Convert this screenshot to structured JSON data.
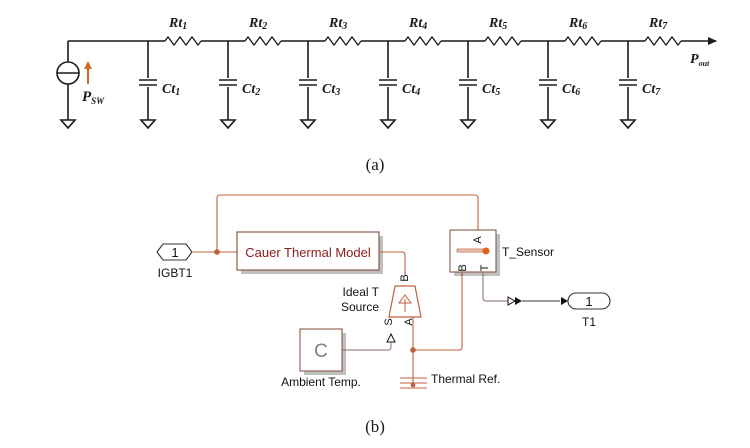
{
  "figure_a": {
    "caption": "(a)",
    "source": {
      "label_main": "P",
      "label_sub": "SW"
    },
    "output": {
      "label_main": "P",
      "label_sub": "out"
    },
    "stages": [
      {
        "r_main": "Rt",
        "r_sub": "1",
        "c_main": "Ct",
        "c_sub": "1"
      },
      {
        "r_main": "Rt",
        "r_sub": "2",
        "c_main": "Ct",
        "c_sub": "2"
      },
      {
        "r_main": "Rt",
        "r_sub": "3",
        "c_main": "Ct",
        "c_sub": "3"
      },
      {
        "r_main": "Rt",
        "r_sub": "4",
        "c_main": "Ct",
        "c_sub": "4"
      },
      {
        "r_main": "Rt",
        "r_sub": "5",
        "c_main": "Ct",
        "c_sub": "5"
      },
      {
        "r_main": "Rt",
        "r_sub": "6",
        "c_main": "Ct",
        "c_sub": "6"
      },
      {
        "r_main": "Rt",
        "r_sub": "7",
        "c_main": "Ct",
        "c_sub": "7"
      }
    ]
  },
  "figure_b": {
    "caption": "(b)",
    "inport": {
      "number": "1",
      "label": "IGBT1"
    },
    "cauer_block": {
      "label": "Cauer Thermal Model"
    },
    "ideal_source": {
      "label_line1": "Ideal T",
      "label_line2": "Source",
      "port_b": "B",
      "port_s": "S",
      "port_a": "A"
    },
    "sensor": {
      "label": "T_Sensor",
      "port_a": "A",
      "port_b": "B",
      "port_t": "T"
    },
    "outport": {
      "number": "1",
      "label": "T1"
    },
    "constant": {
      "glyph": "C",
      "label": "Ambient Temp."
    },
    "thermal_ref": {
      "label": "Thermal Ref."
    }
  },
  "colors": {
    "wire_black": "#1a1a1a",
    "thermal_wire": "#c0603a",
    "accent_orange": "#d2691e",
    "block_text_red": "#8b1a1a",
    "block_border": "#8a5a4a"
  }
}
